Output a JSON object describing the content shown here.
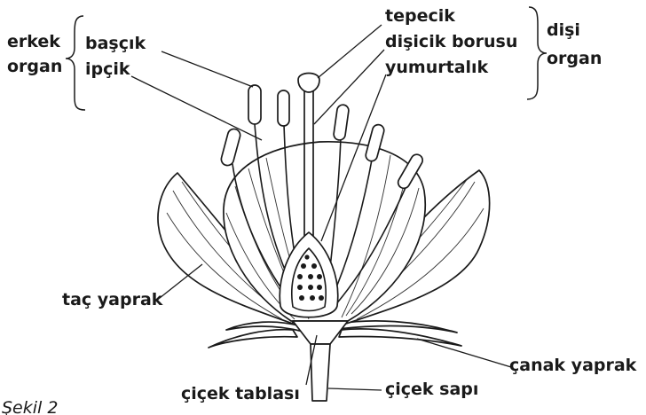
{
  "labels": {
    "male_group": "erkek",
    "male_group_2": "organ",
    "anther": "başçık",
    "filament": "ipçik",
    "stigma": "tepecik",
    "style": "dişicik borusu",
    "ovary": "yumurtalık",
    "female_group": "dişi",
    "female_group_2": "organ",
    "petal": "taç yaprak",
    "sepal": "çanak yaprak",
    "receptacle": "çiçek tablası",
    "stalk": "çiçek sapı",
    "caption": "Şekil 2"
  }
}
